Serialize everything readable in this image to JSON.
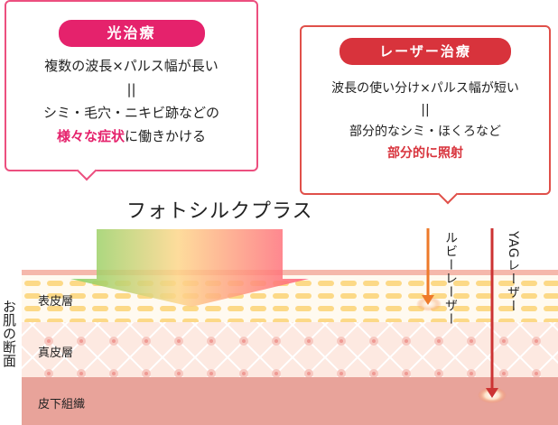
{
  "ipl_box": {
    "badge": "光治療",
    "lines": [
      "複数の波長×パルス幅が長い",
      "||",
      "シミ・毛穴・ニキビ跡などの"
    ],
    "highlight": "様々な症状",
    "suffix": "に働きかける"
  },
  "laser_box": {
    "badge": "レーザー治療",
    "lines": [
      "波長の使い分け×パルス幅が短い",
      "||",
      "部分的なシミ・ほくろなど"
    ],
    "highlight": "部分的に照射"
  },
  "device_title": "フォトシルクプラス",
  "lasers": {
    "ruby": "ルビーレーザー",
    "yag": "YAGレーザー"
  },
  "skin": {
    "caption": "お肌の断面",
    "layers": [
      "表皮層",
      "真皮層",
      "皮下組織"
    ]
  },
  "colors": {
    "ipl": "#e5226c",
    "laser": "#d8333c",
    "ruby_arrow": "#ee7a2a",
    "yag_arrow": "#cc3333"
  }
}
